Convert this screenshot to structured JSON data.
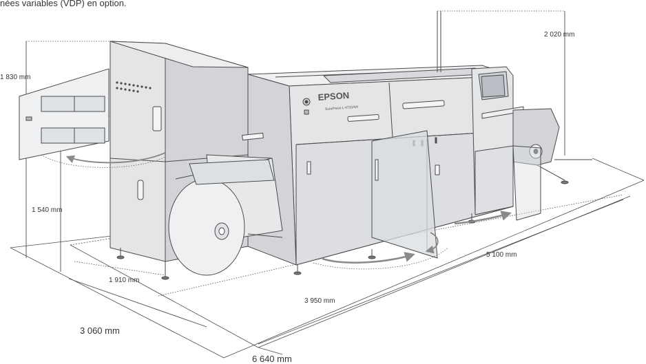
{
  "caption_fragment": "nées variables (VDP) en option.",
  "machine": {
    "brand": "EPSON",
    "model": "SurePress L-4733AW"
  },
  "dimensions": {
    "height_max": "2 020 mm",
    "height_door": "1 830 mm",
    "height_unwinder": "1 540 mm",
    "depth_unwinder": "1 910 mm",
    "length_body": "3 950 mm",
    "length_total": "5 100 mm",
    "depth_total": "3 060 mm",
    "length_overall": "6 640 mm"
  },
  "colors": {
    "line": "#4a4a4a",
    "body": "#e4e5e7",
    "body_dark": "#c9cbce",
    "glass": "#d9dde2",
    "arrow": "#8a8a8a"
  }
}
